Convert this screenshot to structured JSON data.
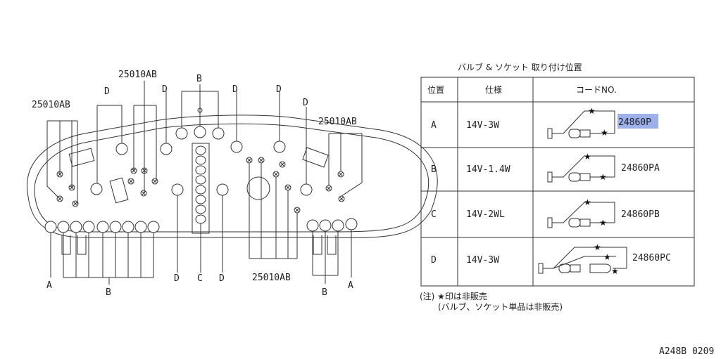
{
  "cluster": {
    "labels": {
      "top_25010ab": "25010AB",
      "left_25010ab": "25010AB",
      "right_25010ab": "25010AB",
      "bottom_25010ab": "25010AB",
      "a_left": "A",
      "a_right": "A",
      "b_top": "B",
      "b_bottom_left": "B",
      "b_bottom_right": "B",
      "c_bottom": "C",
      "d": "D"
    }
  },
  "table": {
    "title": "バルブ & ソケット  取り付け位置",
    "headers": {
      "position": "位置",
      "spec": "仕様",
      "code": "コードNO."
    },
    "rows": [
      {
        "position": "A",
        "spec": "14V-3W",
        "code": "24860P"
      },
      {
        "position": "B",
        "spec": "14V-1.4W",
        "code": "24860PA"
      },
      {
        "position": "C",
        "spec": "14V-2WL",
        "code": "24860PB"
      },
      {
        "position": "D",
        "spec": "14V-3W",
        "code": "24860PC"
      }
    ],
    "highlighted_code_text": "24860"
  },
  "notes": {
    "line1": "(注) ★印は非販売",
    "line2": "(バルブ、ソケット単品は非販売)"
  },
  "figure_id": "A248B 0209"
}
